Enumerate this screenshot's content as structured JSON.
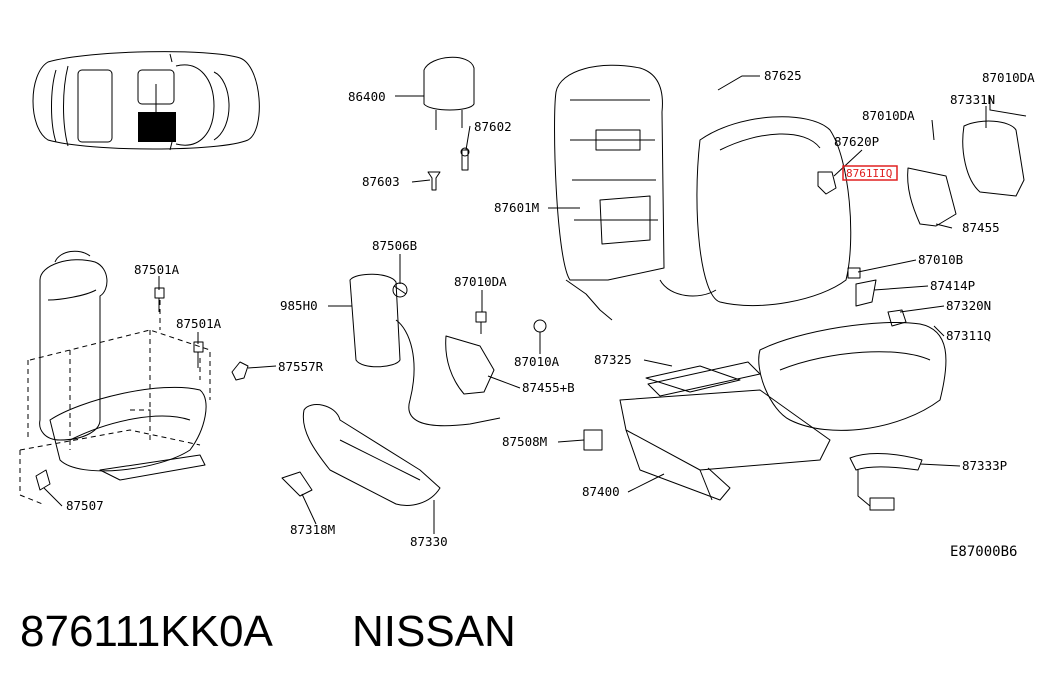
{
  "diagram_code": "E87000B6",
  "part_number": "876111KK0A",
  "brand": "NISSAN",
  "highlighted_label": "8761IIQ",
  "highlight_color": "#e02020",
  "labels": {
    "p86400": "86400",
    "p87602": "87602",
    "p87603": "87603",
    "p87625": "87625",
    "p87010DA_a": "87010DA",
    "p87331N": "87331N",
    "p87010DA_b": "87010DA",
    "p87620P": "87620P",
    "p87601M": "87601M",
    "p87455": "87455",
    "p87506B": "87506B",
    "p87501A_a": "87501A",
    "p87501A_b": "87501A",
    "p87010B": "87010B",
    "p87414P": "87414P",
    "p985H0": "985H0",
    "p87010DA_c": "87010DA",
    "p87320N": "87320N",
    "p87311Q": "87311Q",
    "p87557R": "87557R",
    "p87010A": "87010A",
    "p87325": "87325",
    "p87455B": "87455+B",
    "p87508M": "87508M",
    "p87333P": "87333P",
    "p87400": "87400",
    "p87507": "87507",
    "p87318M": "87318M",
    "p87330": "87330"
  }
}
